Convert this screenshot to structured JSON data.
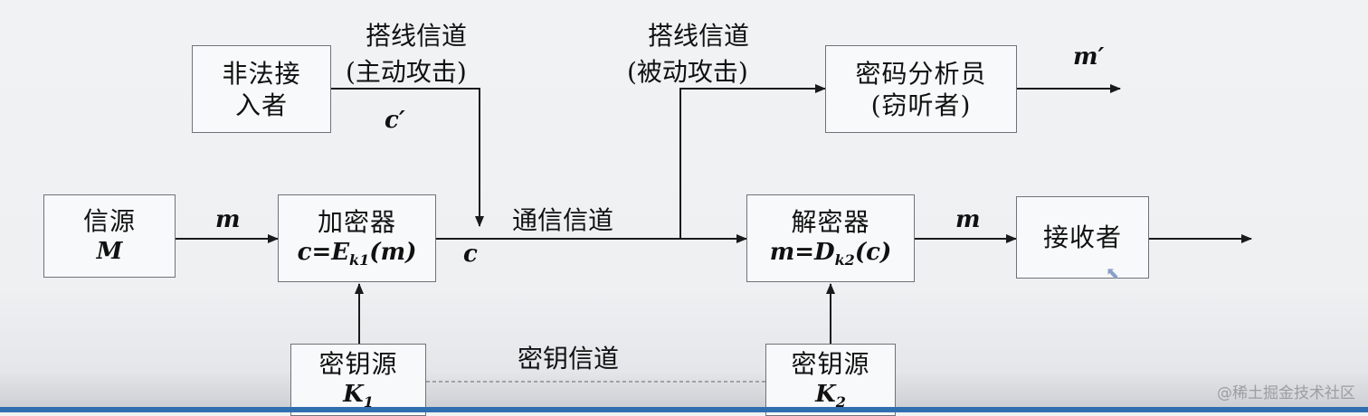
{
  "boxes": {
    "illegal_access": {
      "line1": "非法接",
      "line2": "入者"
    },
    "cryptanalyst": {
      "line1": "密码分析员",
      "line2": "(窃听者)"
    },
    "source": {
      "line1": "信源",
      "line2": "M"
    },
    "encryptor": {
      "line1": "加密器",
      "line2_main": "c=E",
      "line2_sub": "k1",
      "line2_tail": "(m)"
    },
    "decryptor": {
      "line1": "解密器",
      "line2_main": "m=D",
      "line2_sub": "k2",
      "line2_tail": "(c)"
    },
    "receiver": {
      "line1": "接收者"
    },
    "key_source_1": {
      "line1": "密钥源",
      "line2_main": "K",
      "line2_sub": "1"
    },
    "key_source_2": {
      "line1": "密钥源",
      "line2_main": "K",
      "line2_sub": "2"
    }
  },
  "labels": {
    "tap_active_1": "搭线信道",
    "tap_active_2": "(主动攻击)",
    "tap_passive_1": "搭线信道",
    "tap_passive_2": "(被动攻击)",
    "comm_channel": "通信信道",
    "key_channel": "密钥信道"
  },
  "variables": {
    "c_prime": "c′",
    "m_prime": "m′",
    "m_in": "m",
    "c_out": "c",
    "m_out": "m"
  },
  "watermark": "@稀土掘金技术社区",
  "colors": {
    "line": "#1a1a1a",
    "box_border": "#6f7378",
    "dashed": "#8a8d92"
  }
}
